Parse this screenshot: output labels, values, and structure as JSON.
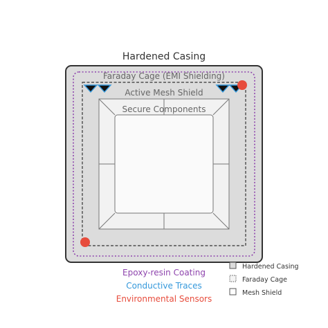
{
  "diagram": {
    "title": "Hardened Casing",
    "faraday_label": "Faraday Cage (EMI Shielding)",
    "mesh_label": "Active Mesh Shield",
    "components_label": "Secure Components",
    "captions": [
      {
        "text": "Epoxy-resin Coating",
        "color": "#8e44ad"
      },
      {
        "text": "Conductive Traces",
        "color": "#3498db"
      },
      {
        "text": "Environmental Sensors",
        "color": "#e74c3c"
      }
    ]
  },
  "legend": {
    "items": [
      {
        "label": "Hardened Casing"
      },
      {
        "label": "Faraday Cage"
      },
      {
        "label": "Mesh Shield"
      }
    ]
  },
  "colors": {
    "casing_fill": "#dcdcdc",
    "casing_stroke": "#333333",
    "faraday": "#8e44ad",
    "trace": "#3498db",
    "sensor": "#e74c3c",
    "text_gray": "#666666",
    "title_color": "#333333"
  }
}
